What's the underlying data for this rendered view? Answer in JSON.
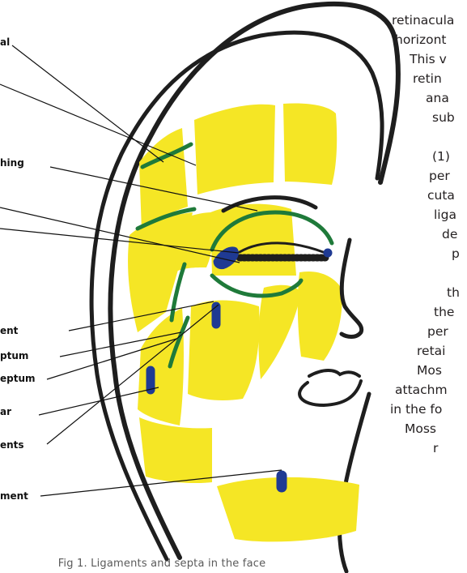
{
  "figure": {
    "caption": "Fig 1. Ligaments and septa in the face",
    "labels": [
      "al",
      "hing",
      "ent",
      "ptum",
      "eptum",
      "ar",
      "ents",
      "ment"
    ],
    "colors": {
      "fat_compartment": "#f5e625",
      "septum": "#1f7a3a",
      "ligament": "#1f3a93",
      "outline": "#1e1e1e"
    }
  },
  "article_text": {
    "lines": [
      "retinacula",
      "horizont",
      "This  v",
      "retin",
      "ana",
      "sub",
      "(1)",
      "per",
      "cuta",
      "liga",
      "de",
      "p",
      "th",
      "the",
      "per",
      "retai",
      "Mos",
      "attachm",
      "in the fo",
      "Moss",
      "r"
    ]
  }
}
